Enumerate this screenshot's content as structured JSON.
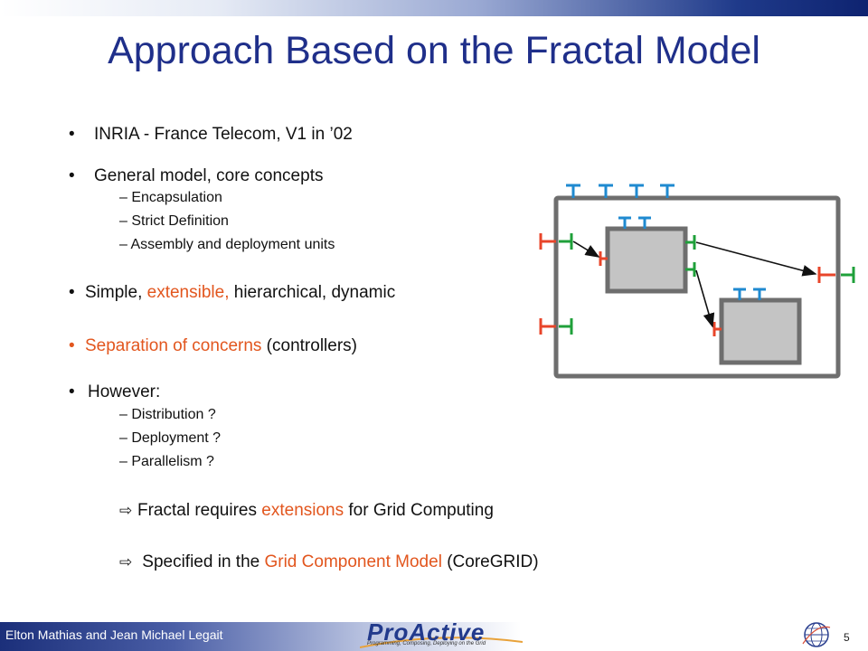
{
  "title": "Approach Based on the Fractal Model",
  "bullets": {
    "b1": "INRIA - France Telecom, V1 in ’02",
    "b2": "General model, core concepts",
    "b2_subs": [
      "– Encapsulation",
      "– Strict Definition",
      "– Assembly and deployment units"
    ],
    "b3_pre": "Simple, ",
    "b3_highlight": "extensible,",
    "b3_post": " hierarchical, dynamic",
    "b4_highlight": "Separation of concerns",
    "b4_post": " (controllers)",
    "b5": "However:",
    "b5_subs": [
      "– Distribution ?",
      "– Deployment ?",
      "– Parallelism ?"
    ],
    "bullet_char": "•"
  },
  "conclusions": {
    "arrow_char": "⇨",
    "c1_pre": "Fractal requires ",
    "c1_highlight": "extensions",
    "c1_post": " for Grid Computing",
    "c2_pre": " Specified in the ",
    "c2_highlight": "Grid Component Model",
    "c2_post": " (CoreGRID)"
  },
  "footer": {
    "author": "Elton Mathias and Jean Michael Legait",
    "logo": "ProActive",
    "tagline": "Programming, Composing, Deploying on the Grid",
    "page": "5"
  },
  "colors": {
    "title": "#1f2f8a",
    "highlight": "#e2561e",
    "server_interface": "#e8452a",
    "client_interface": "#1fa03a",
    "control_interface": "#1f8ad0",
    "component_fill": "#c4c4c4",
    "component_border": "#6e6e6e"
  }
}
